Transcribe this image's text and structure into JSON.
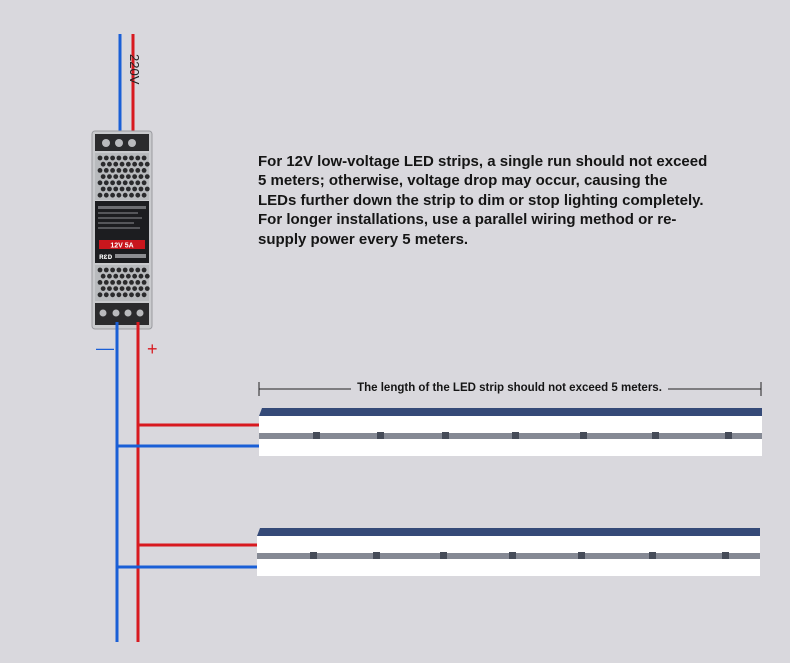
{
  "input_voltage": "220V",
  "polarity": {
    "negative": "—",
    "positive": "+"
  },
  "description": [
    "For 12V low-voltage LED strips, a single run should not exceed 5 meters; otherwise, voltage drop may occur, causing the LEDs further down the strip to dim or stop lighting completely.",
    "For longer installations, use a parallel wiring method or re-supply power every 5 meters."
  ],
  "length_note": "The length of the LED strip should not exceed 5 meters.",
  "power_supply": {
    "brand": "ʀɛᴅ",
    "label_text": "12V 5A"
  },
  "colors": {
    "background": "#d9d8dd",
    "wire_live": "#d8191f",
    "wire_neutral": "#1a5fd6",
    "strip_band": "#354a78",
    "strip_body": "#ffffff",
    "strip_trace": "#858994",
    "strip_pad": "#454b58"
  },
  "led_strips": [
    {
      "name": "strip-1"
    },
    {
      "name": "strip-2"
    }
  ]
}
